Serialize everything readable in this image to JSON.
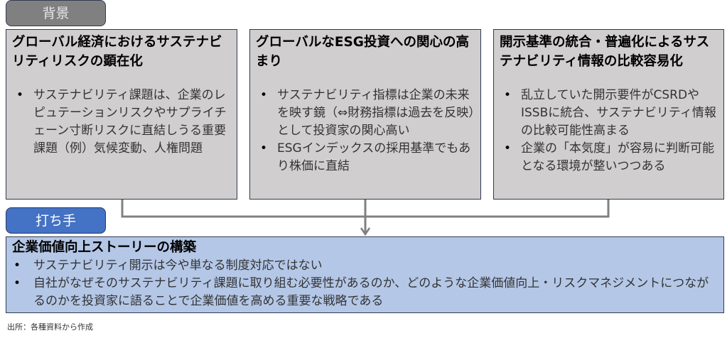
{
  "background_tag": "背景",
  "action_tag": "打ち手",
  "boxes": [
    {
      "title": "グローバル経済におけるサステナビリティリスクの顕在化",
      "bullets": [
        "サステナビリティ課題は、企業のレピュテーションリスクやサプライチェーン寸断リスクに直結しうる重要課題（例）気候変動、人権問題"
      ]
    },
    {
      "title": "グローバルなESG投資への関心の高まり",
      "bullets": [
        "サステナビリティ指標は企業の未来を映す鏡（⇔財務指標は過去を反映）として投資家の関心高い",
        "ESGインデックスの採用基準でもあり株価に直結"
      ]
    },
    {
      "title": "開示基準の統合・普遍化によるサステナビリティ情報の比較容易化",
      "bullets": [
        "乱立していた開示要件がCSRDやISSBに統合、サステナビリティ情報の比較可能性高まる",
        "企業の「本気度」が容易に判断可能となる環境が整いつつある"
      ]
    }
  ],
  "result": {
    "title": "企業価値向上ストーリーの構築",
    "bullets": [
      "サステナビリティ開示は今や単なる制度対応ではない",
      "自社がなぜそのサステナビリティ課題に取り組む必要性があるのか、どのような企業価値向上・リスクマネジメントにつながるのかを投資家に語ることで企業価値を高める重要な戦略である"
    ]
  },
  "source": "出所：各種資料から作成",
  "colors": {
    "gray_tag": "#808080",
    "blue_tag": "#4472c4",
    "box_fill": "#d0cece",
    "result_fill": "#b4c7e7",
    "connector": "#808080"
  }
}
